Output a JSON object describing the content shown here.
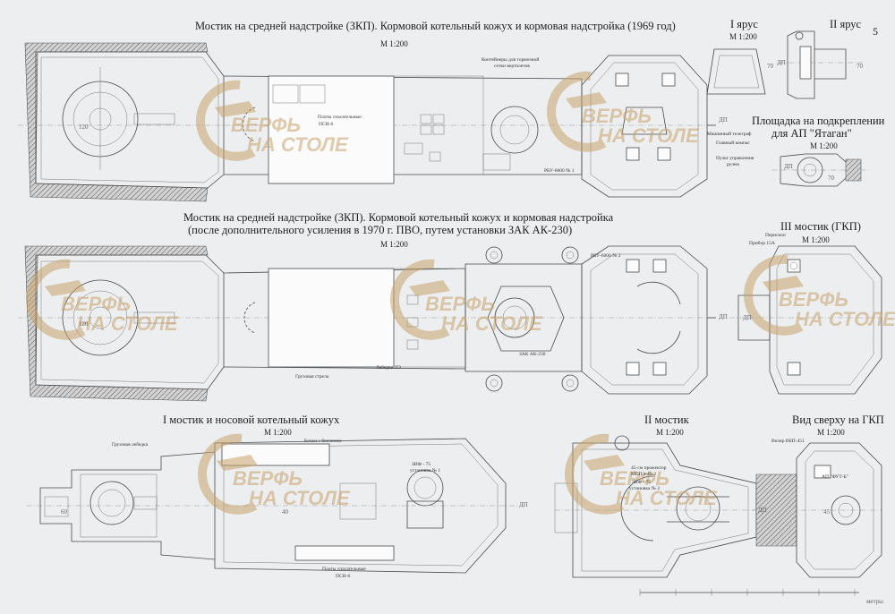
{
  "sheet": {
    "page_number": "5",
    "centerline": "ДП",
    "scale_bar_label": "метры"
  },
  "views": [
    {
      "id": "zkp-1969",
      "title": "Мостик на средней надстройке (ЗКП). Кормовой котельный кожух и кормовая надстройка (1969 год)",
      "scale": "М 1:200"
    },
    {
      "id": "zkp-1970",
      "title": "Мостик на средней надстройке (ЗКП). Кормовой котельный кожух и кормовая надстройка",
      "subtitle": "(после дополнительного усиления в 1970 г. ПВО, путем установки ЗАК АК-230)",
      "scale": "М 1:200"
    },
    {
      "id": "bridge-1",
      "title": "I мостик и носовой котельный кожух",
      "scale": "М 1:200"
    },
    {
      "id": "bridge-2",
      "title": "II мостик",
      "scale": "М 1:200"
    },
    {
      "id": "tier-1",
      "title": "I ярус",
      "scale": "М 1:200"
    },
    {
      "id": "tier-2",
      "title": "II ярус"
    },
    {
      "id": "yatagan",
      "title": "Площадка на подкреплении",
      "subtitle": "для АП \"Ятаган\"",
      "scale": "М 1:200"
    },
    {
      "id": "bridge-3",
      "title": "III мостик (ГКП)",
      "scale": "М 1:200"
    },
    {
      "id": "gkp-top",
      "title": "Вид сверху на ГКП",
      "scale": "М 1:200"
    }
  ],
  "labels": {
    "containers": "Контейнеры для тормозной",
    "containers_2": "сетки вертолетов",
    "rafts": "Плоты спасательные",
    "rafts_model": "ПСН-6",
    "engine_telegraph": "Машинный телеграф",
    "main_compass": "Главный компас",
    "steering_console": "Пульт управления",
    "steering_console_2": "рулем",
    "rbu_1": "РБУ-6000 № 1",
    "rbu_2": "РБУ-6000 № 2",
    "zak": "ЗАК АК-230",
    "cargo_boom": "Грузовая стрела",
    "winch": "Лебедка ЛЭ",
    "cargo_winch": "Грузовая лебедка",
    "gasoline_tanks": "Бочки с бензином",
    "zif_1": "ЗИФ - 75",
    "zif_1b": "установка № 1",
    "rafts_b": "Плоты спасательные",
    "rafts_b_model": "ПСН-6",
    "searchlight": "45-см прожектор",
    "searchlight_2": "МСПЭ-45-2",
    "zif_2": "ЗИФ - 75",
    "zif_2b": "установка № 2",
    "periscope": "Перископ",
    "device_15a": "Прибор 15А",
    "sight": "Визир ВБП-451",
    "ap_flag": "АП \"ФУТ-Б\""
  },
  "dimensions": {
    "d120": "120",
    "d70": "70",
    "d40": "40",
    "d45": "45",
    "d60": "60"
  },
  "watermark": {
    "line1": "ВЕРФЬ",
    "line2": "НА СТОЛЕ"
  },
  "colors": {
    "paper": "#eceef0",
    "ink": "#4a4a4a",
    "watermark": "#c9a36a"
  }
}
